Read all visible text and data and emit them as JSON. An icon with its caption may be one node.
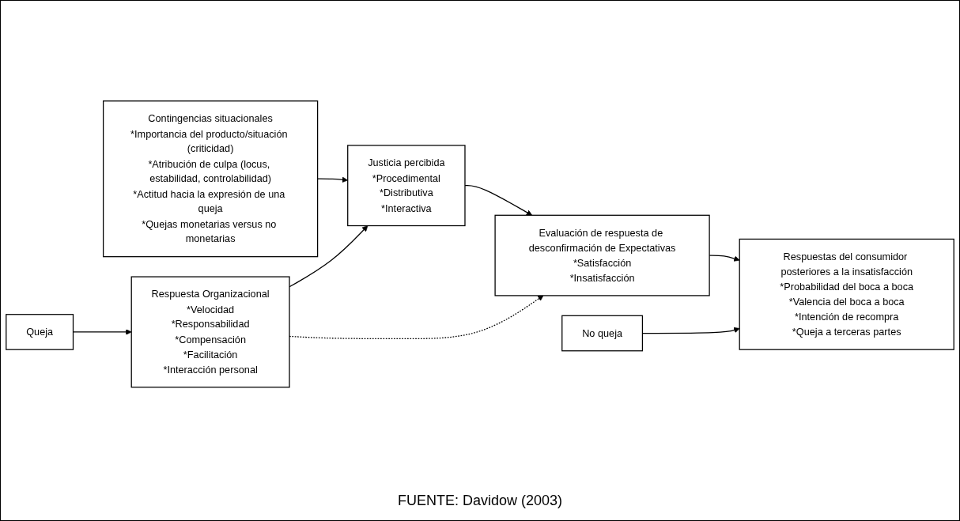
{
  "diagram": {
    "caption": "FUENTE: Davidow (2003)",
    "nodes": [
      {
        "text": [
          "Contingencias situacionales",
          "*Importancia del producto/situación (criticidad)",
          "*Atribución de culpa (locus, estabilidad, controlabilidad)",
          "*Actitud hacia la expresión de una queja",
          "*Quejas monetarias versus no monetarias"
        ]
      },
      {
        "text": [
          "Queja"
        ]
      },
      {
        "text": [
          "Respuesta Organizacional",
          "*Velocidad",
          "*Responsabilidad",
          "*Compensación",
          "*Facilitación",
          "*Interacción personal"
        ]
      },
      {
        "text": [
          "Justicia percibida",
          "*Procedimental",
          "*Distributiva",
          "*Interactiva"
        ]
      },
      {
        "text": [
          "Evaluación de respuesta de desconfirmación de Expectativas",
          "*Satisfacción",
          "*Insatisfacción"
        ]
      },
      {
        "text": [
          "Respuestas del consumidor posteriores a la insatisfacción",
          "*Probabilidad del boca a boca",
          "*Valencia del boca a boca",
          "*Intención de recompra",
          "*Queja a terceras partes"
        ]
      },
      {
        "text": [
          "No queja"
        ]
      }
    ],
    "edges": [
      {
        "from": 1,
        "to": 2,
        "arrow": "to"
      },
      {
        "from": 2,
        "to": 3,
        "arrow": "to"
      },
      {
        "from": 0,
        "to": 3,
        "arrow": "to"
      },
      {
        "from": 3,
        "to": 4,
        "arrow": "to"
      },
      {
        "from": 4,
        "to": 5,
        "arrow": "to"
      },
      {
        "from": 2,
        "to": 4,
        "arrow": "to",
        "style": "dashed"
      },
      {
        "from": 6,
        "to": 5,
        "arrow": "to"
      }
    ]
  }
}
